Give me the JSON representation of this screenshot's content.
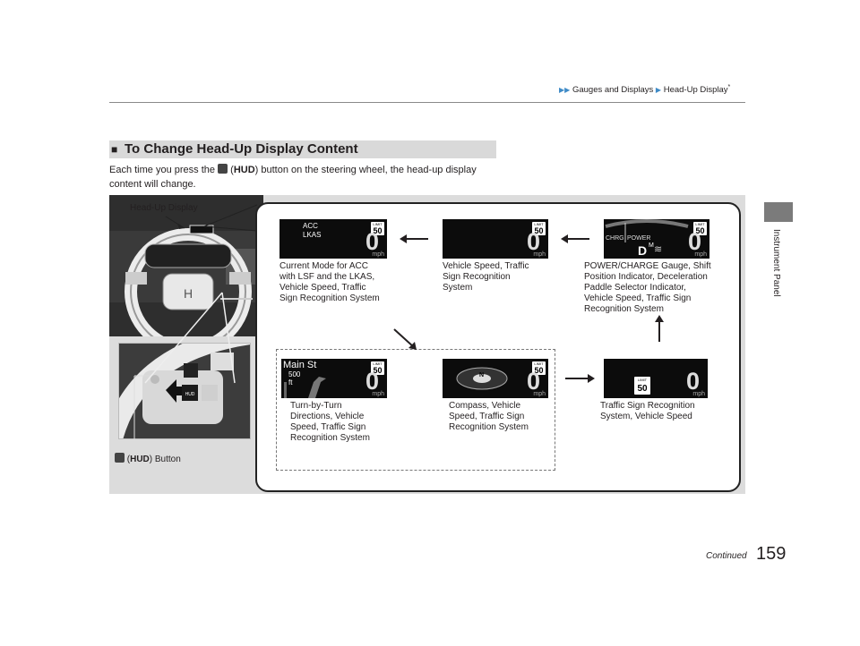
{
  "header": {
    "crumb1": "Gauges and Displays",
    "crumb2": "Head-Up Display",
    "crumb2_mark": "*"
  },
  "side": {
    "tab_label": "Instrument Panel"
  },
  "section": {
    "marker": "■",
    "title": "To Change Head-Up Display Content",
    "intro_pre": "Each time you press the",
    "intro_hud": "HUD",
    "intro_post": "button on the steering wheel, the head-up display content will change."
  },
  "figure": {
    "hud_label": "Head-Up Display",
    "button_label_bold": "HUD",
    "button_label_rest": "Button",
    "screens": [
      {
        "id": "acc",
        "top_text": "ACC",
        "second_text": "LKAS",
        "speed": "0",
        "unit": "mph",
        "limit_word": "LIMIT",
        "limit_value": "50",
        "caption": [
          "Current Mode for ACC",
          "with LSF and the LKAS,",
          "Vehicle Speed, Traffic",
          "Sign Recognition System"
        ]
      },
      {
        "id": "speed",
        "speed": "0",
        "unit": "mph",
        "limit_word": "LIMIT",
        "limit_value": "50",
        "caption": [
          "Vehicle Speed, Traffic",
          "Sign Recognition",
          "System"
        ]
      },
      {
        "id": "power",
        "gauge_left": "CHRG",
        "gauge_right": "POWER",
        "gear": "D",
        "gear_sup": "M",
        "speed": "0",
        "unit": "mph",
        "limit_word": "LIMIT",
        "limit_value": "50",
        "caption": [
          "POWER/CHARGE Gauge, Shift",
          "Position Indicator, Deceleration",
          "Paddle Selector Indicator,",
          "Vehicle Speed, Traffic Sign",
          "Recognition System"
        ]
      },
      {
        "id": "turn",
        "street": "Main St",
        "distance": "500",
        "dist_unit": "ft",
        "speed": "0",
        "unit": "mph",
        "limit_word": "LIMIT",
        "limit_value": "50",
        "caption": [
          "Turn-by-Turn",
          "Directions, Vehicle",
          "Speed, Traffic Sign",
          "Recognition System"
        ]
      },
      {
        "id": "compass",
        "heading": "N",
        "speed": "0",
        "unit": "mph",
        "limit_word": "LIMIT",
        "limit_value": "50",
        "caption": [
          "Compass, Vehicle",
          "Speed, Traffic Sign",
          "Recognition System"
        ]
      },
      {
        "id": "traffic",
        "speed": "0",
        "unit": "mph",
        "limit_word": "LIMIT",
        "limit_value": "50",
        "caption": [
          "Traffic Sign Recognition",
          "System, Vehicle Speed"
        ]
      }
    ]
  },
  "footer": {
    "continued": "Continued",
    "page_number": "159"
  }
}
